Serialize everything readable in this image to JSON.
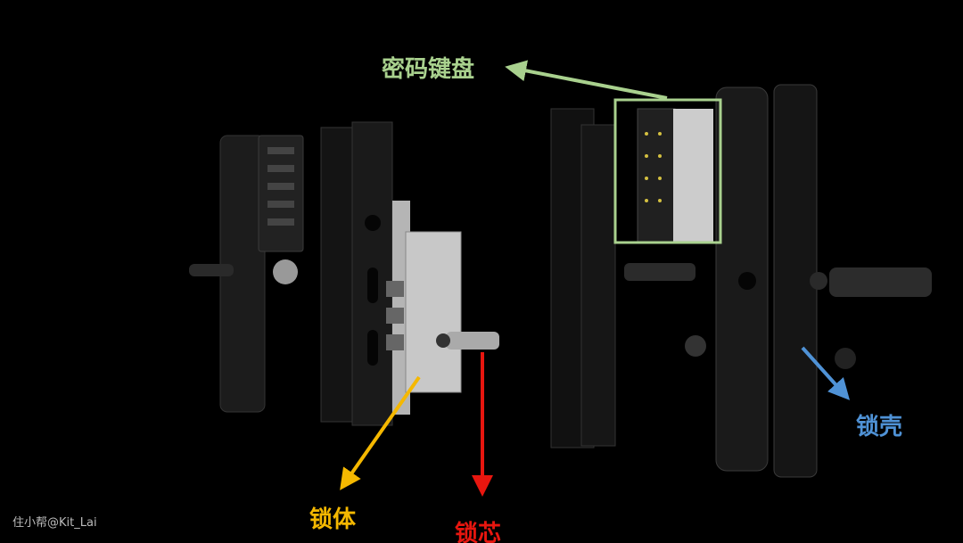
{
  "labels": {
    "keypad": "密码键盘",
    "lock_body": "锁体",
    "lock_cylinder": "锁芯",
    "lock_shell": "锁壳"
  },
  "watermark": "住小帮@Kit_Lai",
  "colors": {
    "keypad": "#a9d18e",
    "lock_body": "#f5b800",
    "lock_cylinder": "#e8160f",
    "lock_shell": "#4f92d6"
  }
}
